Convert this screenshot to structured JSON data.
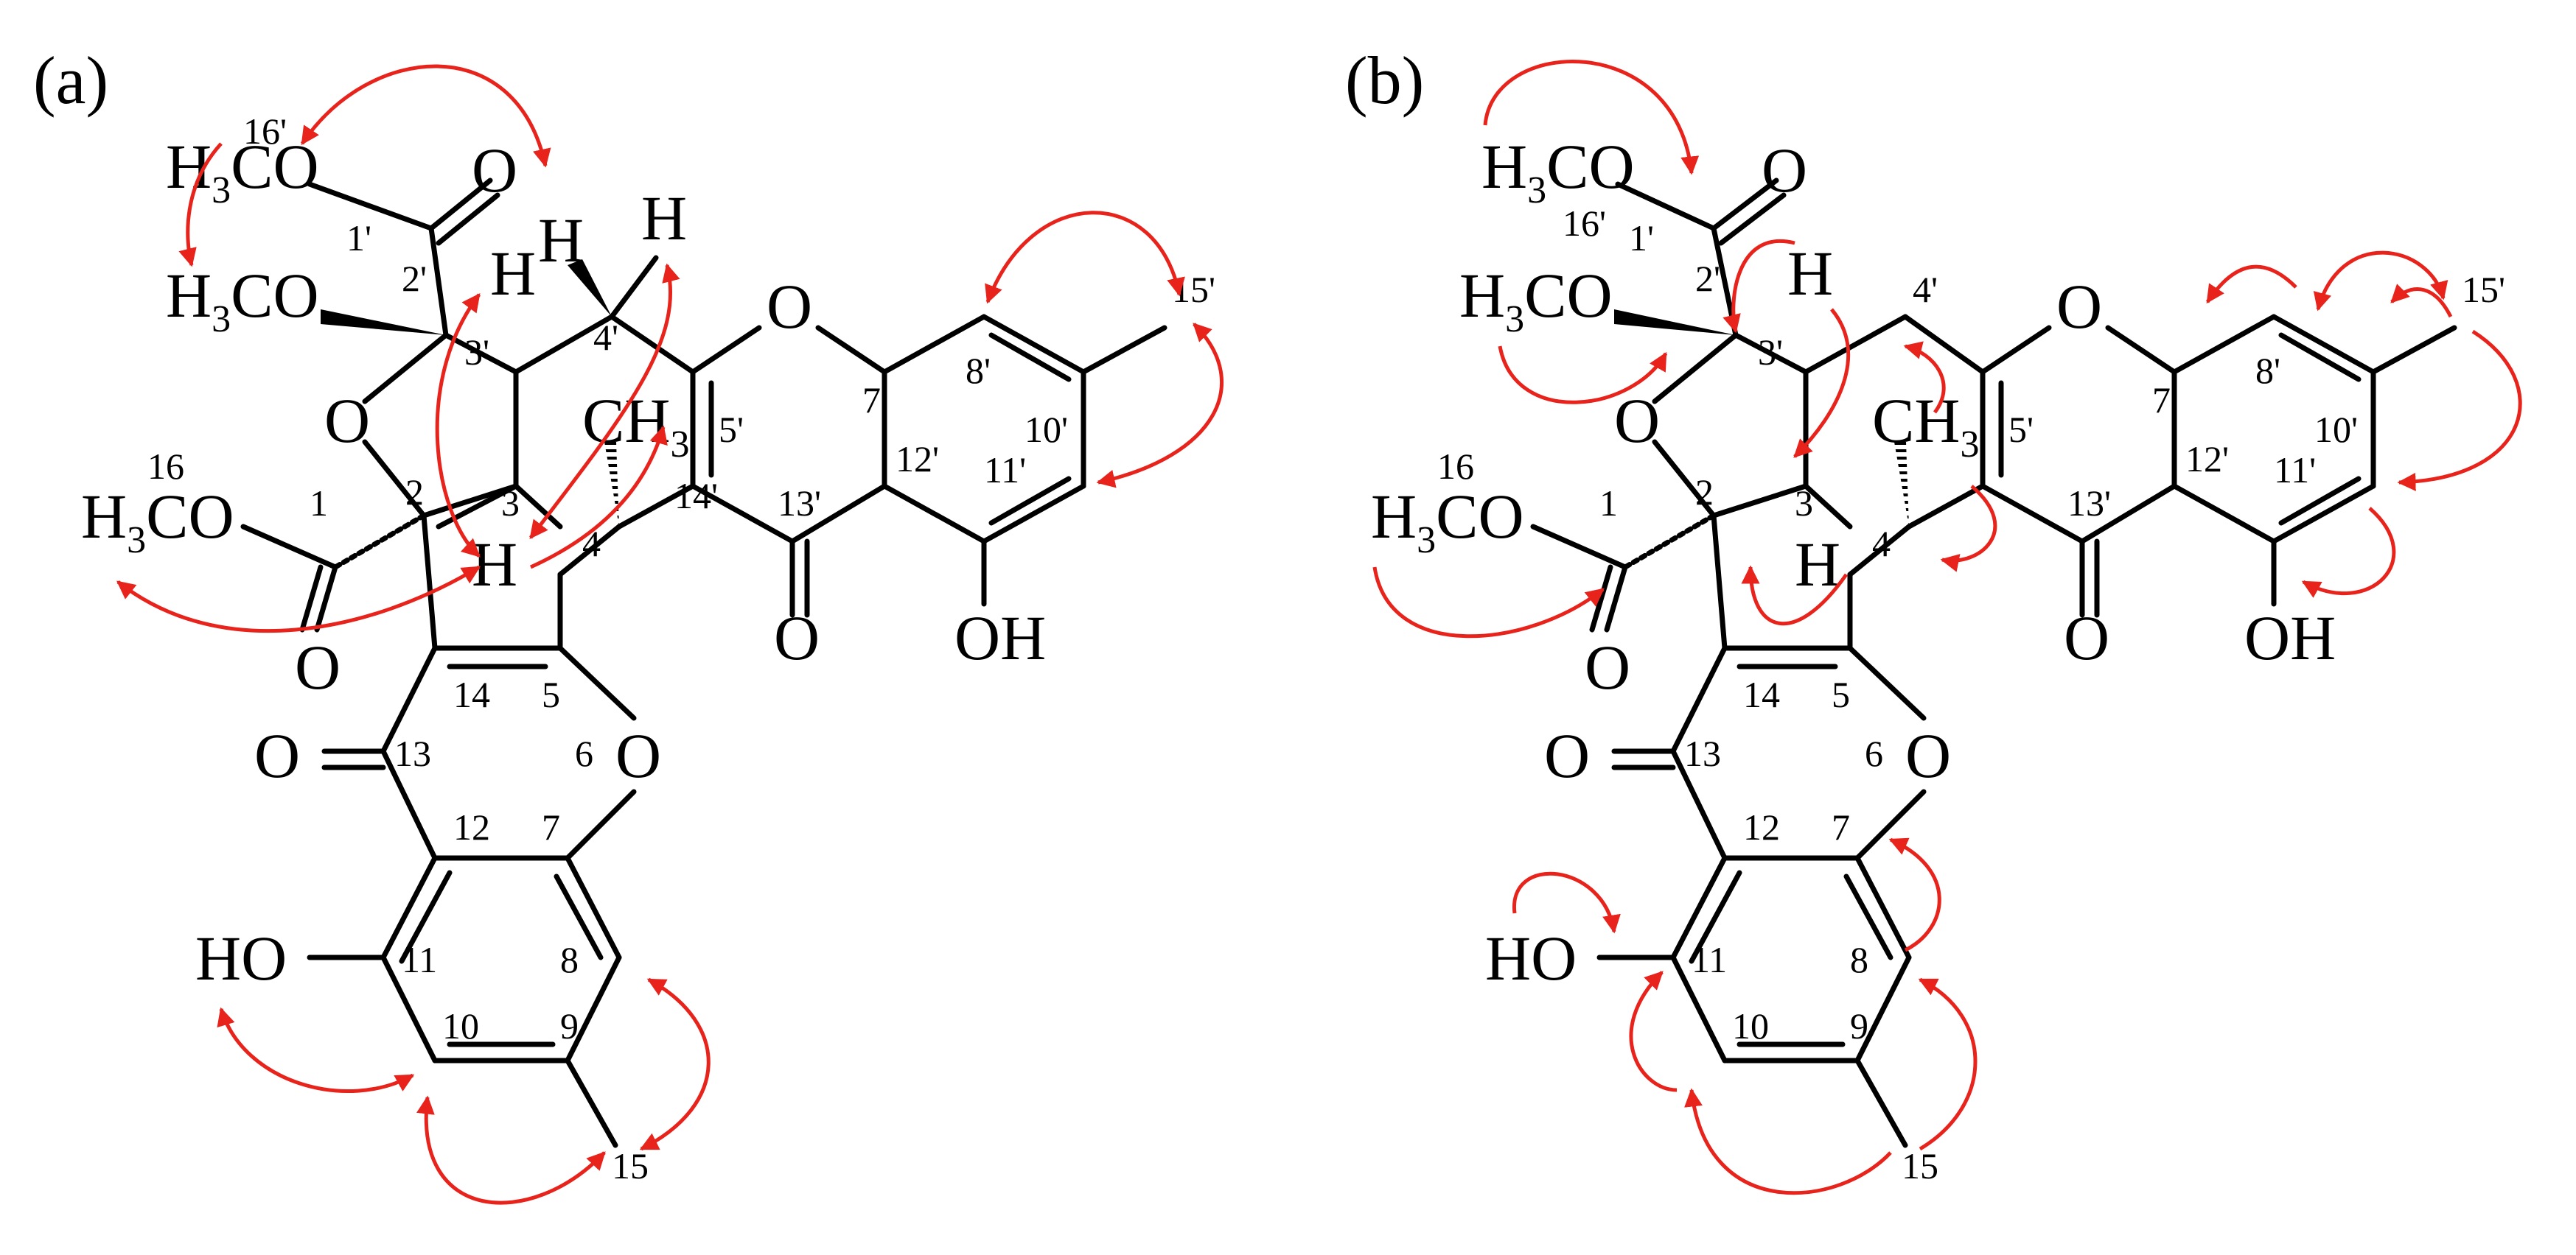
{
  "colors": {
    "structure": "#000000",
    "correlation_arrow": "#e8231b"
  },
  "panel_a": {
    "label": "(a)",
    "atoms": {
      "h3co_top": "H",
      "h3co_top_sub": "3",
      "h3co_top_tail": "CO",
      "o_carbonyl_1p": "O",
      "h3co_mid": "H",
      "h3co_mid_sub": "3",
      "h3co_mid_tail": "CO",
      "o_ring": "O",
      "h3co_16": "H",
      "h3co_16_sub": "3",
      "h3co_16_tail": "CO",
      "o_carbonyl_1": "O",
      "h_3p": "H",
      "h_4p_a": "H",
      "h_4p_b": "H",
      "h_3": "H",
      "ch3": "CH",
      "ch3_sub": "3",
      "o_pyran_right": "O",
      "o_13p": "O",
      "oh_right": "OH",
      "o_13": "O",
      "o_6": "O",
      "ho_left": "HO"
    },
    "numbers": [
      "16'",
      "1'",
      "2'",
      "3'",
      "4'",
      "5'",
      "7'",
      "8'",
      "15'",
      "12'",
      "10'",
      "11'",
      "13'",
      "14'",
      "16",
      "1",
      "2",
      "3",
      "4",
      "14",
      "5",
      "13",
      "6",
      "12",
      "7",
      "11",
      "8",
      "10",
      "9",
      "15"
    ]
  },
  "panel_b": {
    "label": "(b)",
    "atoms": {
      "h3co_top": "H",
      "h3co_top_sub": "3",
      "h3co_top_tail": "CO",
      "o_carbonyl_1p": "O",
      "h3co_mid": "H",
      "h3co_mid_sub": "3",
      "h3co_mid_tail": "CO",
      "o_ring": "O",
      "h3co_16": "H",
      "h3co_16_sub": "3",
      "h3co_16_tail": "CO",
      "o_carbonyl_1": "O",
      "h_3p": "H",
      "h_3": "H",
      "ch3": "CH",
      "ch3_sub": "3",
      "o_pyran_right": "O",
      "o_13p": "O",
      "oh_right": "OH",
      "o_13": "O",
      "o_6": "O",
      "ho_left": "HO"
    },
    "numbers": [
      "16'",
      "1'",
      "2'",
      "3'",
      "4'",
      "5'",
      "7'",
      "8'",
      "15'",
      "12'",
      "10'",
      "11'",
      "13'",
      "16",
      "1",
      "2",
      "3",
      "4",
      "14",
      "5",
      "13",
      "6",
      "12",
      "7",
      "11",
      "8",
      "10",
      "9",
      "15"
    ]
  }
}
